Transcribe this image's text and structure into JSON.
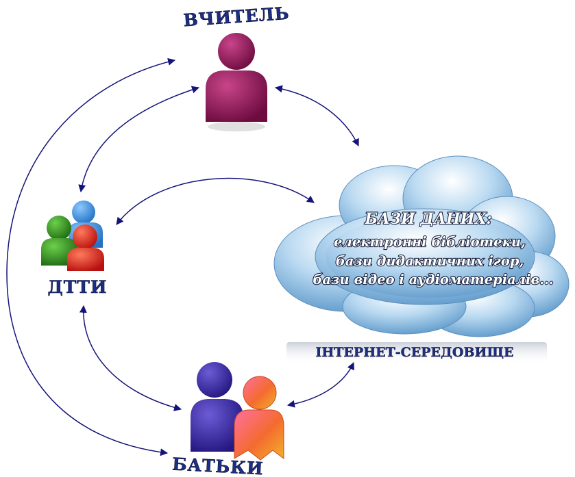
{
  "nodes": {
    "teacher": {
      "label": "ВЧИТЕЛЬ"
    },
    "children": {
      "label": "ДТТИ"
    },
    "parents": {
      "label": "БАТЬКИ"
    }
  },
  "cloud": {
    "heading": "БАЗИ ДАНИХ:",
    "lines": [
      "електронні бібліотеки,",
      "бази дидактичних ігор,",
      "бази відео і аудіоматеріалів..."
    ]
  },
  "environment_label": "ІНТЕРНЕТ-СЕРЕДОВИЩЕ",
  "colors": {
    "teacher_figure": "#8e1556",
    "child_green": "#2e8c1e",
    "child_blue": "#3a8fde",
    "child_red": "#e2251b",
    "parent_purple": "#3a2a9c",
    "parent_orange": "#f07a2a",
    "cloud": "#7fb6de",
    "arrow": "#14147a",
    "label_text": "#1c2f86"
  }
}
